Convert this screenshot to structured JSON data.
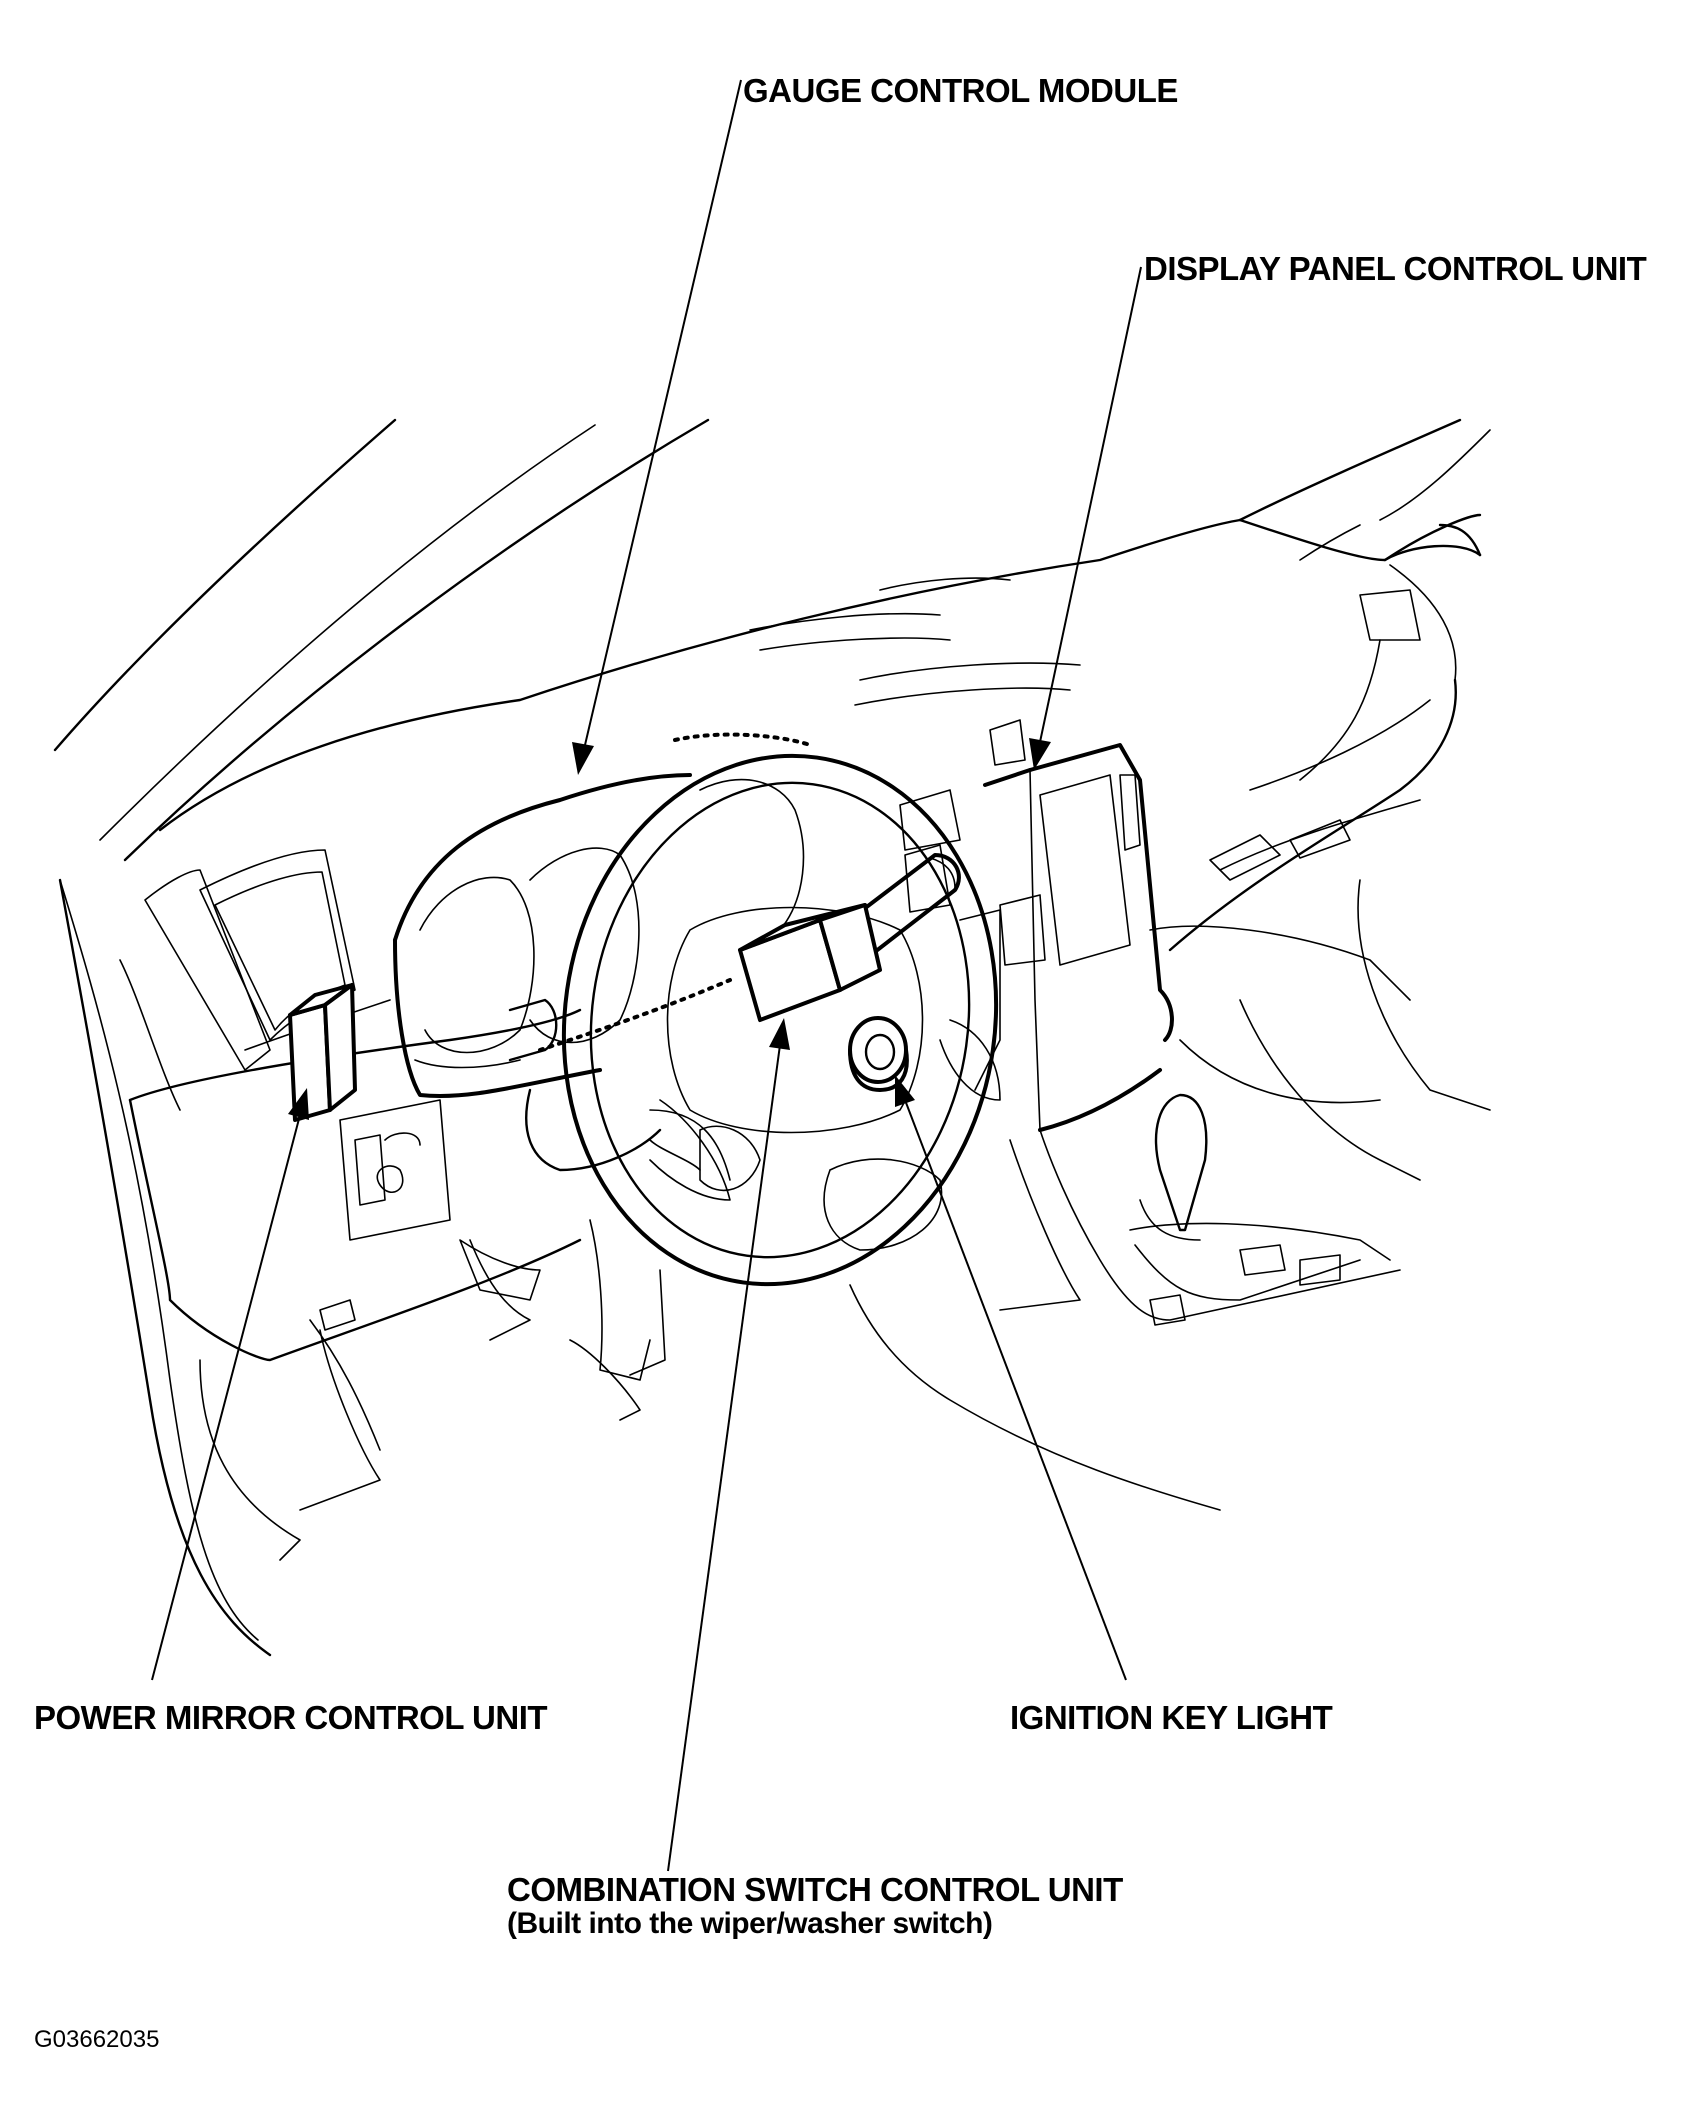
{
  "labels": {
    "gauge_control_module": "GAUGE CONTROL MODULE",
    "display_panel_control_unit": "DISPLAY PANEL CONTROL UNIT",
    "power_mirror_control_unit": "POWER MIRROR CONTROL UNIT",
    "ignition_key_light": "IGNITION KEY LIGHT",
    "combination_switch_control_unit": "COMBINATION SWITCH CONTROL UNIT",
    "combination_switch_note": "(Built into the wiper/washer switch)"
  },
  "figure_code": "G03662035"
}
